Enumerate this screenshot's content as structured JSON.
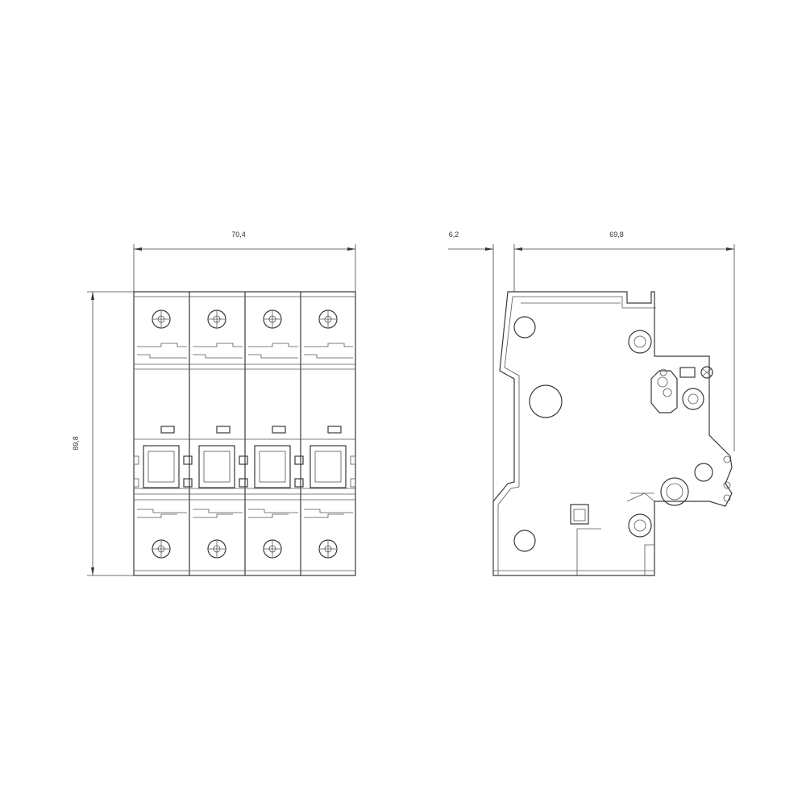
{
  "dimensions": {
    "front_width": "70,4",
    "front_height": "89,8",
    "side_offset": "6,2",
    "side_depth": "69,8"
  },
  "front_view": {
    "poles": 4
  }
}
